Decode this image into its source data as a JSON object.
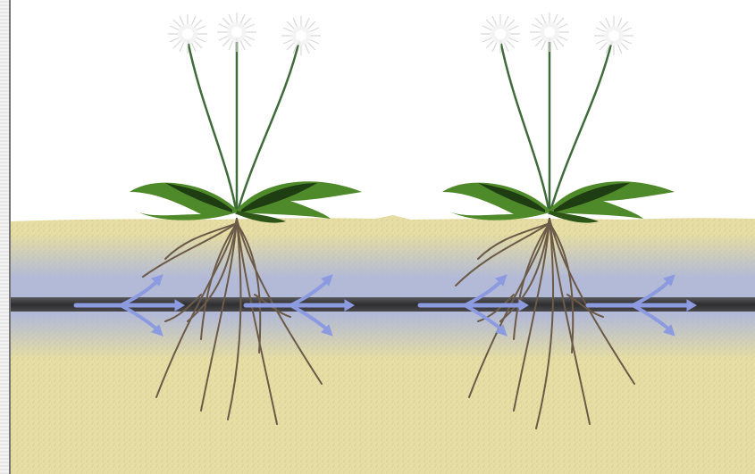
{
  "colors": {
    "sky": "#ffffff",
    "soil": "#e8e0a8",
    "soil_speckle": "#c9c088",
    "water_zone": "#aab4e0",
    "drip_pipe": "#3a3a3c",
    "arrow": "#8c9be0",
    "leaf": "#4f8a2a",
    "leaf_dark": "#1f3d12",
    "stem": "#3f6b3a",
    "flower": "#f2f2f2",
    "root": "#6b5a48"
  },
  "icons": {
    "plant": "dandelion-plant-icon",
    "arrow": "water-flow-arrow-icon"
  },
  "plants": [
    {
      "name": "left-plant"
    },
    {
      "name": "right-plant"
    }
  ],
  "flow_arrows": [
    {
      "name": "flow-arrow-1"
    },
    {
      "name": "flow-arrow-2"
    },
    {
      "name": "flow-arrow-3"
    },
    {
      "name": "flow-arrow-4"
    }
  ]
}
